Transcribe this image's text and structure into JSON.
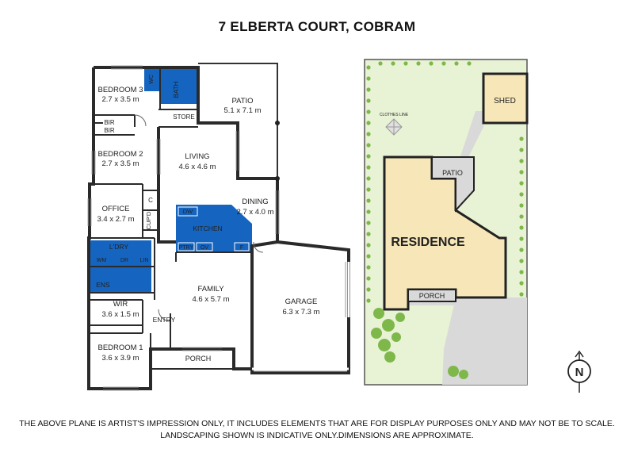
{
  "title": "7 ELBERTA COURT, COBRAM",
  "rooms": {
    "bedroom3": {
      "name": "BEDROOM 3",
      "dims": "2.7 x 3.5 m"
    },
    "bedroom2": {
      "name": "BEDROOM 2",
      "dims": "2.7 x 3.5 m"
    },
    "bedroom1": {
      "name": "BEDROOM 1",
      "dims": "3.6 x 3.9 m"
    },
    "patio": {
      "name": "PATIO",
      "dims": "5.1 x 7.1 m"
    },
    "living": {
      "name": "LIVING",
      "dims": "4.6 x 4.6 m"
    },
    "dining": {
      "name": "DINING",
      "dims": "2.7 x 4.0 m"
    },
    "office": {
      "name": "OFFICE",
      "dims": "3.4 x 2.7 m"
    },
    "family": {
      "name": "FAMILY",
      "dims": "4.6 x 5.7 m"
    },
    "garage": {
      "name": "GARAGE",
      "dims": "6.3 x 7.3 m"
    },
    "wir": {
      "name": "WIR",
      "dims": "3.6 x 1.5 m"
    }
  },
  "labels": {
    "bath": "BATH",
    "store": "STORE",
    "bir": "BIR",
    "kitchen": "KITCHEN",
    "ldry": "L'DRY",
    "ens": "ENS",
    "entry": "ENTRY",
    "porch": "PORCH",
    "ptry": "PTRY",
    "wm": "WM",
    "dr": "DR",
    "lin": "LIN",
    "dw": "DW",
    "ov": "OV",
    "fridge": "F",
    "cupd": "CUP'D",
    "c": "C",
    "wc": "WC"
  },
  "site": {
    "shed": "SHED",
    "clothes_line": "CLOTHES LINE",
    "residence": "RESIDENCE",
    "patio": "PATIO",
    "porch": "PORCH"
  },
  "compass": "N",
  "disclaimer": [
    "THE ABOVE PLANE IS ARTIST'S IMPRESSION ONLY, IT INCLUDES ELEMENTS THAT ARE FOR DISPLAY PURPOSES ONLY AND MAY NOT BE TO SCALE.",
    "LANDSCAPING SHOWN IS INDICATIVE ONLY.DIMENSIONS  ARE APPROXIMATE."
  ],
  "colors": {
    "wet_area": "#1565c0",
    "lawn": "#e8f2d5",
    "shed": "#f7e6b8",
    "residence": "#f7e6b8",
    "hardstand": "#d9d9d9",
    "tree": "#7fb84a"
  }
}
